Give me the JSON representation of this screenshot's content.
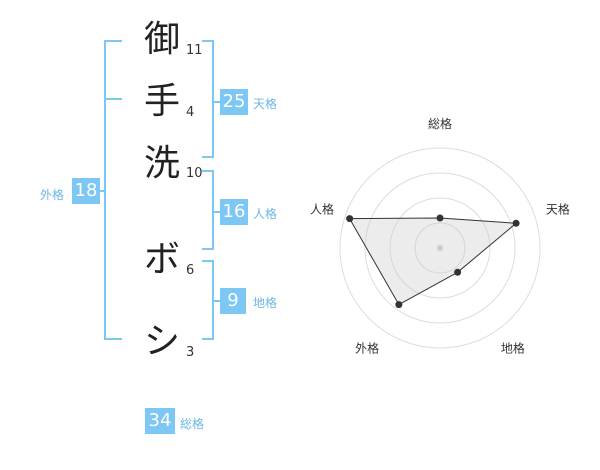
{
  "name": {
    "chars": [
      {
        "char": "御",
        "strokes": "11"
      },
      {
        "char": "手",
        "strokes": "4"
      },
      {
        "char": "洗",
        "strokes": "10"
      },
      {
        "char": "ボ",
        "strokes": "6"
      },
      {
        "char": "シ",
        "strokes": "3"
      }
    ]
  },
  "kaku": {
    "tenkaku": {
      "value": "25",
      "label": "天格"
    },
    "jinkaku": {
      "value": "16",
      "label": "人格"
    },
    "chikaku": {
      "value": "9",
      "label": "地格"
    },
    "gaikaku": {
      "value": "18",
      "label": "外格"
    },
    "soukaku": {
      "value": "34",
      "label": "総格"
    }
  },
  "colors": {
    "accent": "#7cc7f3",
    "label": "#6ab7e6"
  },
  "chart_data": {
    "type": "radar",
    "axes": [
      "総格",
      "天格",
      "地格",
      "外格",
      "人格"
    ],
    "values": [
      0.3,
      0.8,
      0.3,
      0.7,
      0.95
    ],
    "rings": 4,
    "range": [
      0,
      1
    ],
    "grid": true
  }
}
